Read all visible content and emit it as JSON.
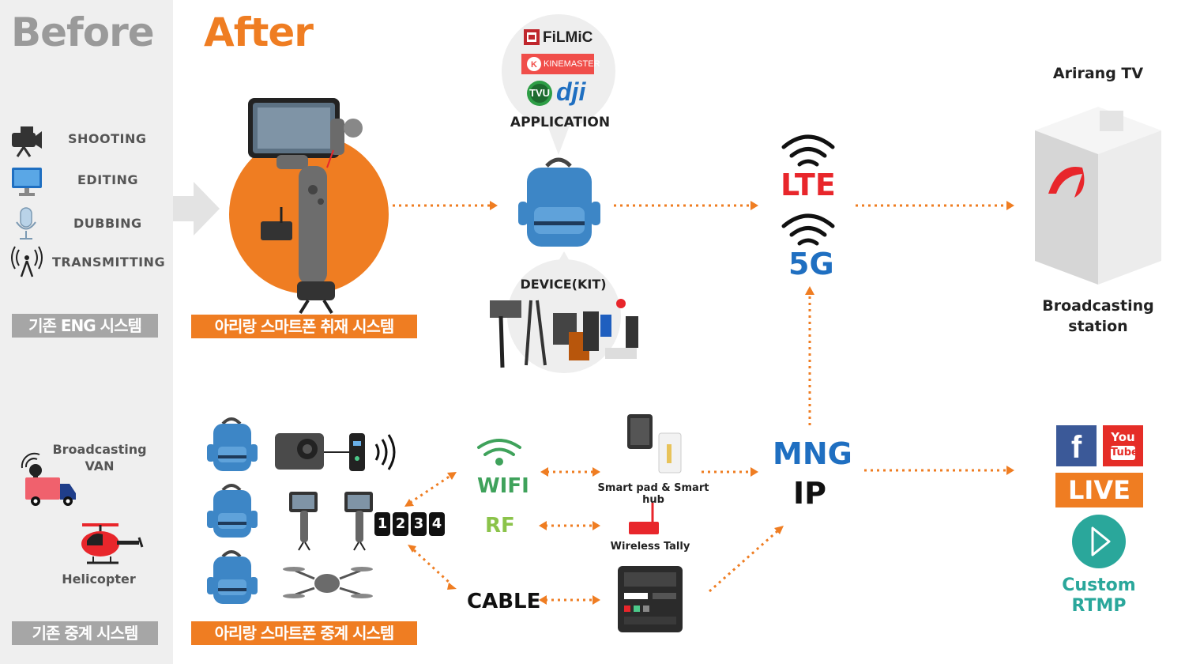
{
  "before": {
    "title": "Before",
    "steps": [
      "SHOOTING",
      "EDITING",
      "DUBBING",
      "TRANSMITTING"
    ],
    "eng_caption": "기존 ENG 시스템",
    "van_label": "Broadcasting\nVAN",
    "heli_label": "Helicopter",
    "relay_caption": "기존 중계 시스템"
  },
  "after": {
    "title": "After",
    "smartphone_caption": "아리랑 스마트폰 취재 시스템",
    "relay_caption": "아리랑 스마트폰 중계 시스템",
    "apps": {
      "filmic": "FiLMiC",
      "kinemaster": "KINEMASTER",
      "tvu": "TVU",
      "dji": "dji"
    },
    "application_label": "APPLICATION",
    "device_label": "DEVICE(KIT)",
    "networks": {
      "lte": "LTE",
      "fiveg": "5G",
      "wifi": "WIFI",
      "rf": "RF",
      "cable": "CABLE"
    },
    "mng": "MNG",
    "ip": "IP",
    "smart_hub_label": "Smart pad & Smart hub",
    "tally_label": "Wireless Tally",
    "camera_numbers": [
      "1",
      "2",
      "3",
      "4"
    ]
  },
  "destination": {
    "arirang_title": "Arirang TV",
    "station_label": "Broadcasting\nstation",
    "facebook_glyph": "f",
    "youtube_you": "You",
    "youtube_tube": "Tube",
    "live": "LIVE",
    "custom_rtmp": "Custom\nRTMP"
  },
  "colors": {
    "orange": "#ef7d22",
    "gray_caption": "#a6a6a6",
    "lte_red": "#e8262b",
    "blue": "#1f6fc1",
    "backpack_blue": "#3d86c6",
    "wifi_green": "#3fa25b",
    "rtmp_teal": "#2aa79b",
    "facebook": "#3b5998",
    "youtube": "#e52d27"
  }
}
